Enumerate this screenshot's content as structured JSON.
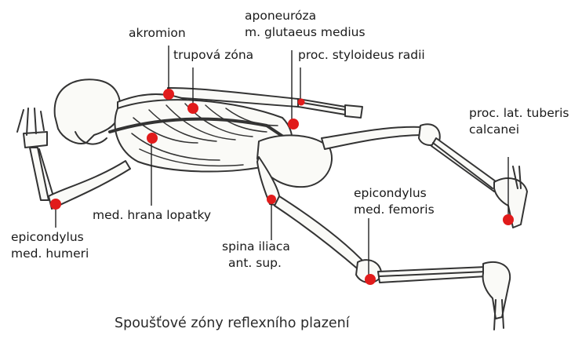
{
  "caption": "Spoušťové zóny reflexního plazení",
  "colors": {
    "marker": "#e11b1b",
    "ink": "#1a1a1a",
    "bone_fill": "#fafaf7",
    "bone_stroke": "#333333"
  },
  "labels": {
    "akromion": "akromion",
    "aponeuroza_1": "aponeuróza",
    "aponeuroza_2": "m. glutaeus medius",
    "trupova_zona": "trupová zóna",
    "proc_styloideus": "proc. styloideus radii",
    "proc_lat_1": "proc. lat. tuberis",
    "proc_lat_2": "calcanei",
    "epicondylus_femoris_1": "epicondylus",
    "epicondylus_femoris_2": "med. femoris",
    "med_hrana": "med. hrana lopatky",
    "spina_iliaca_1": "spina iliaca",
    "spina_iliaca_2": "ant. sup.",
    "epicondylus_humeri_1": "epicondylus",
    "epicondylus_humeri_2": "med. humeri"
  }
}
